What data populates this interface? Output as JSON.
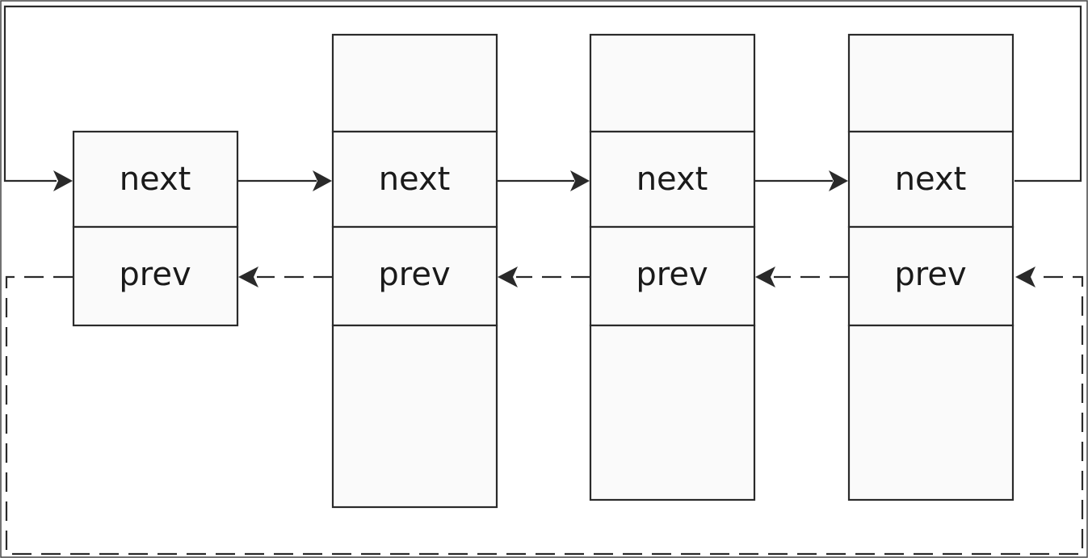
{
  "diagram": {
    "type": "circular-doubly-linked-list",
    "colors": {
      "line": "#2a2a2a",
      "node_fill": "#fafafa",
      "text": "#1a1a1a"
    },
    "nodes": [
      {
        "role": "sentinel-head",
        "fields": [
          "next",
          "prev"
        ]
      },
      {
        "role": "data-node",
        "fields": [
          "next",
          "prev"
        ]
      },
      {
        "role": "data-node",
        "fields": [
          "next",
          "prev"
        ]
      },
      {
        "role": "data-node",
        "fields": [
          "next",
          "prev"
        ]
      }
    ],
    "links": {
      "next": {
        "style": "solid",
        "direction": "forward",
        "wraps_to_head": true
      },
      "prev": {
        "style": "dashed",
        "direction": "backward",
        "wraps_to_tail": true
      }
    }
  }
}
